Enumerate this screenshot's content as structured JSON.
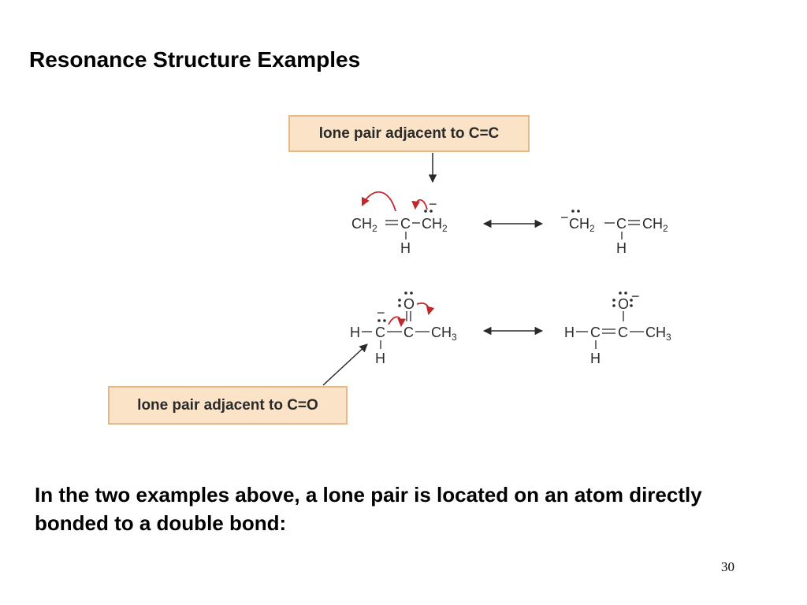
{
  "slide": {
    "title": "Resonance Structure Examples",
    "caption": "In the two examples above, a lone pair is located on an atom directly bonded to a double bond:",
    "page_number": "30"
  },
  "callouts": {
    "top": "lone pair adjacent to C=C",
    "bottom": "lone pair adjacent to C=O"
  },
  "example1": {
    "left": {
      "g1": "CH",
      "g1_sub": "2",
      "c": "C",
      "g2": "CH",
      "g2_sub": "2",
      "h": "H",
      "charge": "−"
    },
    "right": {
      "charge": "−",
      "g1": "CH",
      "g1_sub": "2",
      "c": "C",
      "g2": "CH",
      "g2_sub": "2",
      "h": "H"
    }
  },
  "example2": {
    "left": {
      "h1": "H",
      "c1": "C",
      "c2": "C",
      "ch3": "CH",
      "ch3_sub": "3",
      "h2": "H",
      "o": "O",
      "charge": "−"
    },
    "right": {
      "h1": "H",
      "c1": "C",
      "c2": "C",
      "ch3": "CH",
      "ch3_sub": "3",
      "h2": "H",
      "o": "O",
      "charge": "−"
    }
  },
  "colors": {
    "callout_fill": "#fbe3c8",
    "callout_border": "#e3b98a",
    "curved_arrow": "#c0282d",
    "text": "#2a2a2a"
  }
}
